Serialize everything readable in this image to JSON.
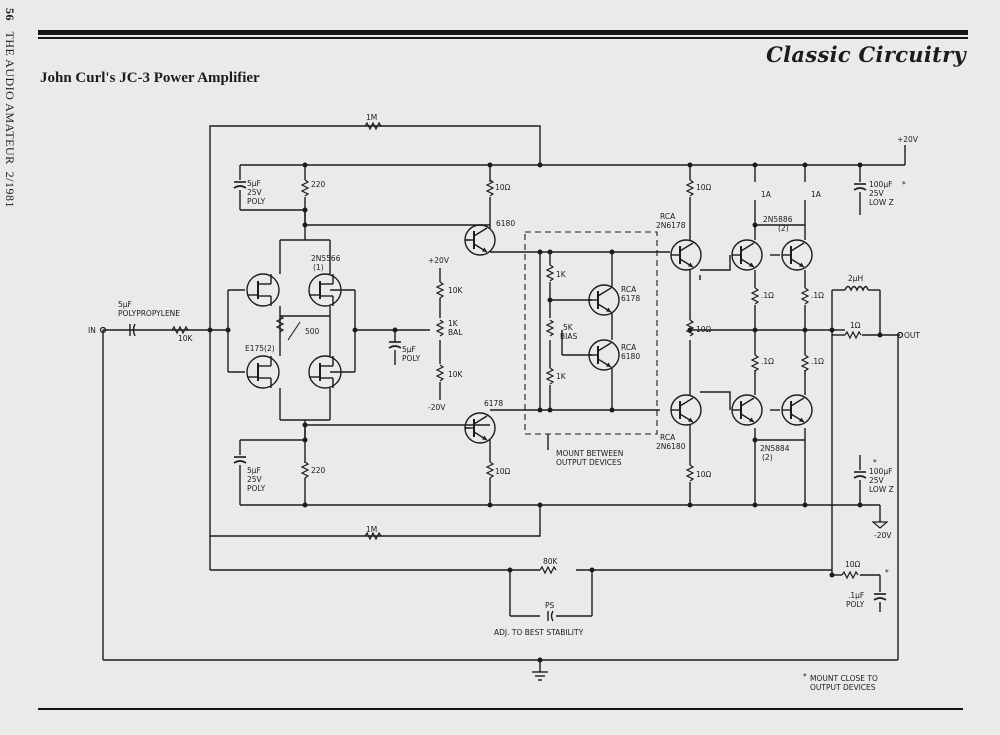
{
  "header": {
    "page_number": "56",
    "magazine": "THE AUDIO AMATEUR",
    "issue": "2/1981",
    "section": "Classic Circuitry",
    "article_title": "John Curl's JC-3 Power Amplifier"
  },
  "labels": {
    "feedback_top": "1M",
    "feedback_bottom": "1M",
    "supply_pos": "+20V",
    "supply_neg": "-20V",
    "in": "IN",
    "out": "OUT",
    "in_cap": "5µF",
    "in_cap_type": "POLYPROPYLENE",
    "in_res": "10K",
    "cap_top_val": "5µF",
    "cap_top_v": "25V",
    "cap_top_type": "POLY",
    "cap_bot_val": "5µF",
    "cap_bot_v": "25V",
    "cap_bot_type": "POLY",
    "res_220_top": "220",
    "res_220_bot": "220",
    "jfet_top": "2N5566",
    "jfet_top_sub": "(1)",
    "jfet_bot": "E175(2)",
    "trim_500": "500",
    "bal_pos": "+20V",
    "bal_neg": "-20V",
    "bal_10k_top": "10K",
    "bal_10k_bot": "10K",
    "bal_pot": "1K",
    "bal_pot_sub": "BAL",
    "bal_cap_val": "5µF",
    "bal_cap_type": "POLY",
    "q_6180": "6180",
    "q_6178": "6178",
    "r_10_top": "10Ω",
    "r_10_bot": "10Ω",
    "bias_1k_top": "1K",
    "bias_1k_bot": "1K",
    "bias_pot": "5K",
    "bias_pot_sub": "BIAS",
    "bias_q1_a": "RCA",
    "bias_q1_b": "6178",
    "bias_q2_a": "RCA",
    "bias_q2_b": "6180",
    "mount_note_a": "MOUNT BETWEEN",
    "mount_note_b": "OUTPUT DEVICES",
    "drv_top_a": "RCA",
    "drv_top_b": "2N6178",
    "drv_bot_a": "RCA",
    "drv_bot_b": "2N6180",
    "drv_r_top": "10Ω",
    "drv_r_mid": "10Ω",
    "drv_r_bot": "10Ω",
    "fuse_1": "1A",
    "fuse_2": "1A",
    "out_top": "2N5886",
    "out_top_sub": "(2)",
    "out_bot": "2N5884",
    "out_bot_sub": "(2)",
    "emit_r1": ".1Ω",
    "emit_r2": ".1Ω",
    "emit_r3": ".1Ω",
    "emit_r4": ".1Ω",
    "coil": "2µH",
    "coil_res": "1Ω",
    "rail_cap_top_val": "100µF",
    "rail_cap_top_v": "25V",
    "rail_cap_top_z": "LOW Z",
    "rail_cap_bot_val": "100µF",
    "rail_cap_bot_v": "25V",
    "rail_cap_bot_z": "LOW Z",
    "asterisk": "*",
    "fb_80k": "80K",
    "fb_ps": "PS",
    "fb_adj": "ADJ. TO BEST STABILITY",
    "zob_r": "10Ω",
    "zob_c": ".1µF",
    "zob_type": "POLY",
    "footnote_a": "MOUNT CLOSE TO",
    "footnote_b": "OUTPUT DEVICES"
  }
}
